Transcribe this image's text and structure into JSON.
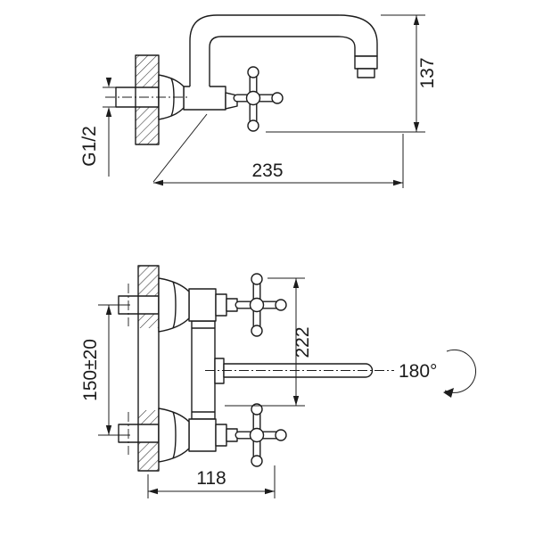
{
  "drawing": {
    "background": "#ffffff",
    "line_color": "#1c1c1c",
    "views": {
      "side": {
        "labels": {
          "inlet_thread": "G1/2",
          "spout_reach": "235",
          "spout_height": "137"
        }
      },
      "front": {
        "labels": {
          "inlet_spacing": "150±20",
          "overall_height": "222",
          "wall_to_handle": "118",
          "spout_swivel": "180°"
        }
      }
    }
  }
}
